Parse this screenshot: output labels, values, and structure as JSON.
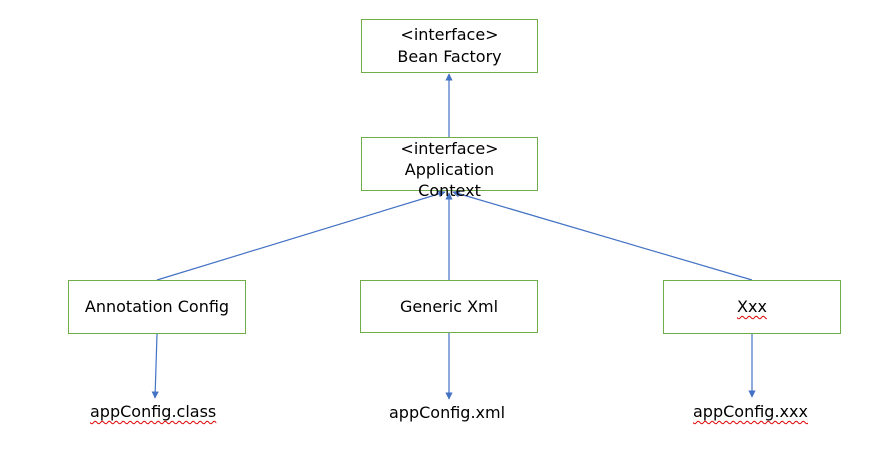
{
  "colors": {
    "box_border": "#70AD47",
    "arrow": "#4472C4",
    "spellcheck": "#E00000"
  },
  "nodes": {
    "bean_factory": {
      "line1": "<interface>",
      "line2": "Bean Factory"
    },
    "application_context": {
      "line1": "<interface>",
      "line2": "Application",
      "line3": "Context"
    },
    "annotation_config": {
      "label": "Annotation Config"
    },
    "generic_xml": {
      "label": "Generic Xml"
    },
    "xxx": {
      "label": "Xxx"
    }
  },
  "outputs": {
    "annotation": "appConfig.class",
    "xml": "appConfig.xml",
    "xxx": "appConfig.xxx"
  }
}
